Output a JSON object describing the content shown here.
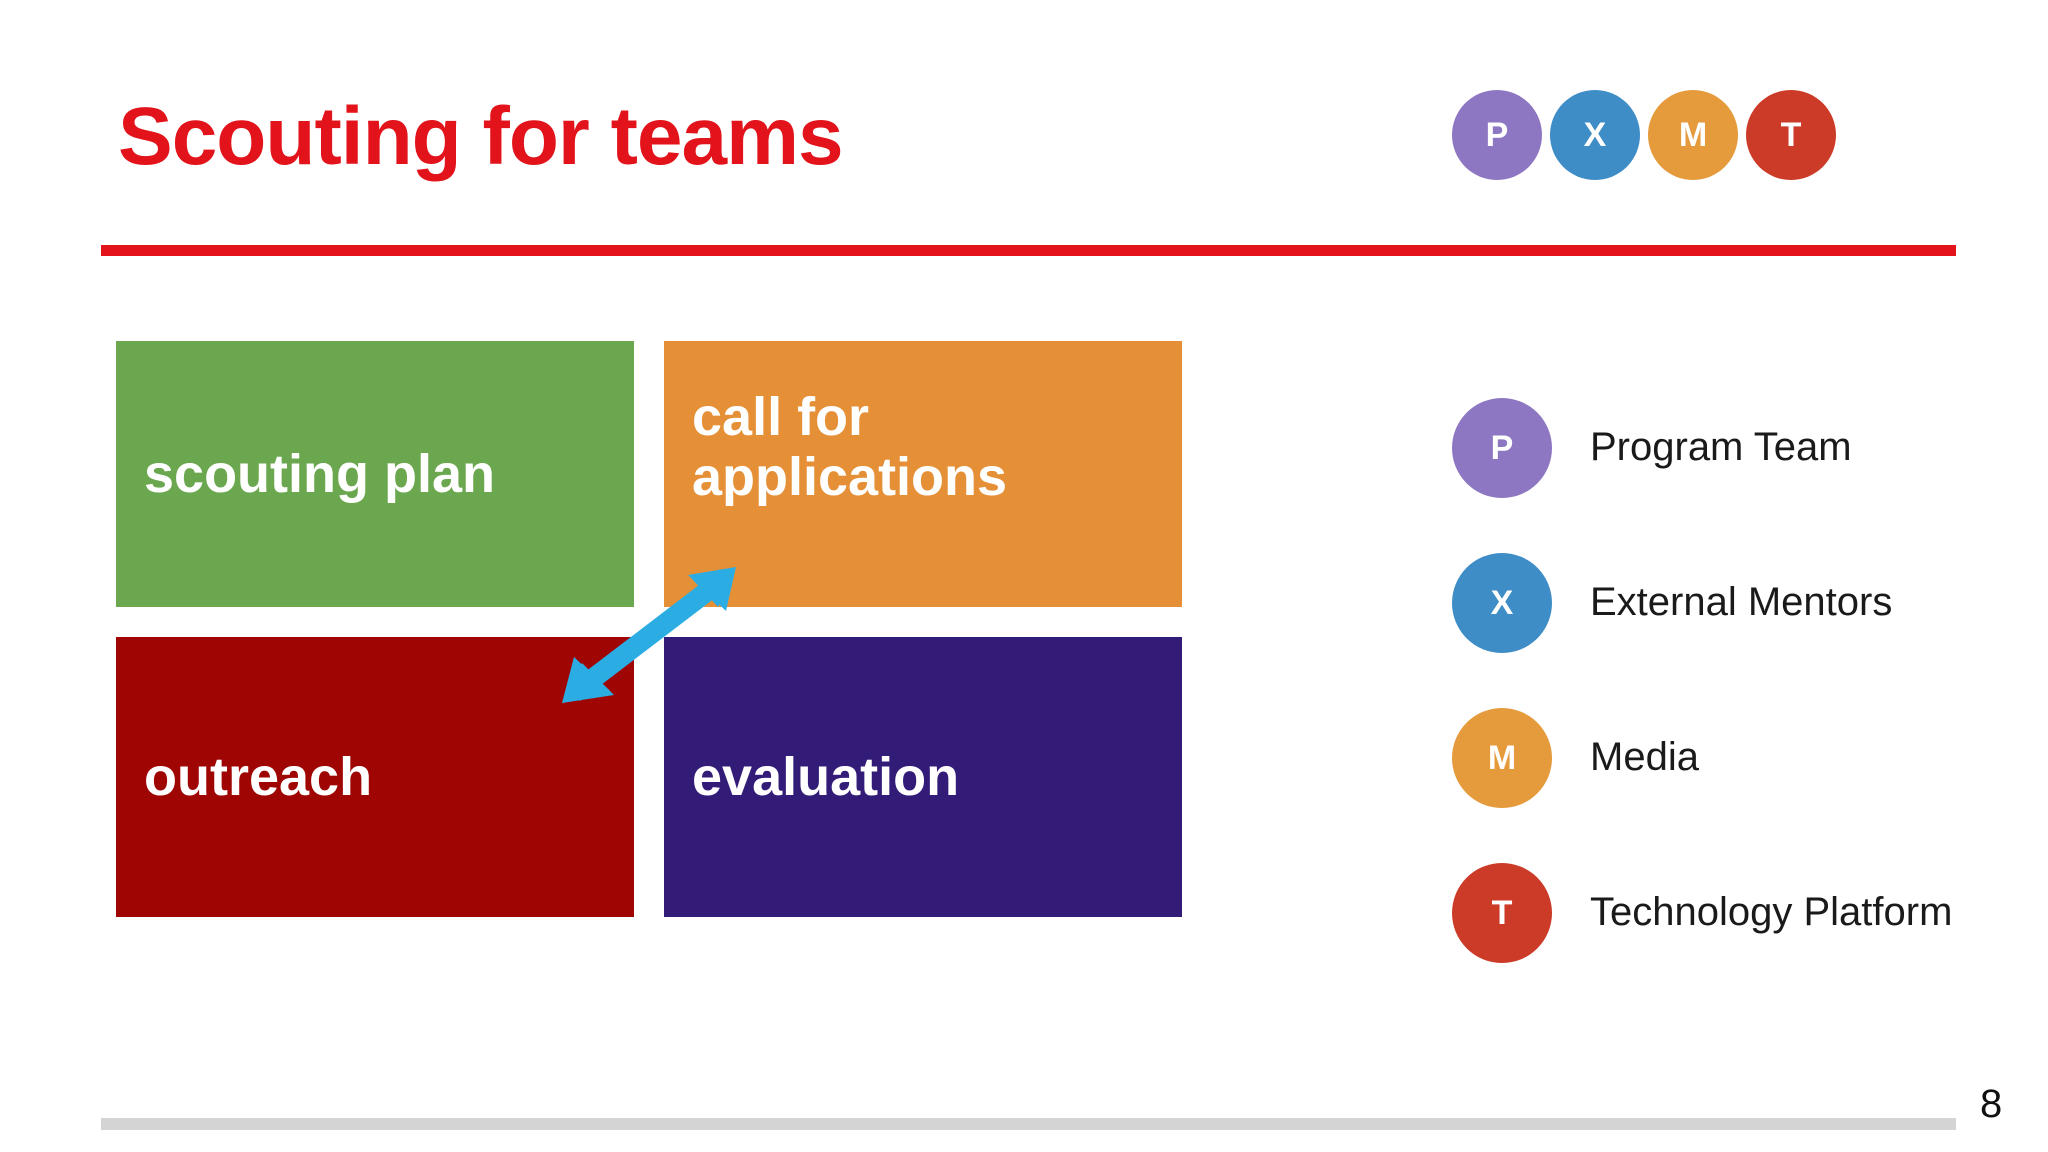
{
  "slide": {
    "title": "Scouting for teams",
    "page_number": "8",
    "title_color": "#E2131A",
    "rule_color": "#E2131A",
    "footer_rule_color": "#D4D4D4",
    "background": "#FFFFFF"
  },
  "header_badges": [
    {
      "letter": "P",
      "color": "#8D77C2",
      "name": "program-team"
    },
    {
      "letter": "X",
      "color": "#3E8DC6",
      "name": "external-mentors"
    },
    {
      "letter": "M",
      "color": "#E59A3C",
      "name": "media"
    },
    {
      "letter": "T",
      "color": "#CC3B27",
      "name": "technology-platform"
    }
  ],
  "boxes": [
    {
      "label": "scouting plan",
      "color": "#6BA74E",
      "name": "scouting-plan"
    },
    {
      "label": "call for\napplications",
      "line1": "call for",
      "line2": "applications",
      "color": "#E59036",
      "name": "call-for-applications"
    },
    {
      "label": "outreach",
      "color": "#9E0503",
      "name": "outreach"
    },
    {
      "label": "evaluation",
      "color": "#331C78",
      "name": "evaluation"
    }
  ],
  "arrow": {
    "color": "#2BADE4",
    "kind": "double-headed-diagonal",
    "from": "outreach",
    "to": "call for applications"
  },
  "legend": [
    {
      "letter": "P",
      "label": "Program Team",
      "color": "#8D77C2"
    },
    {
      "letter": "X",
      "label": "External Mentors",
      "color": "#3E8DC6"
    },
    {
      "letter": "M",
      "label": "Media",
      "color": "#E59A3C"
    },
    {
      "letter": "T",
      "label": "Technology Platform",
      "color": "#CC3B27"
    }
  ]
}
